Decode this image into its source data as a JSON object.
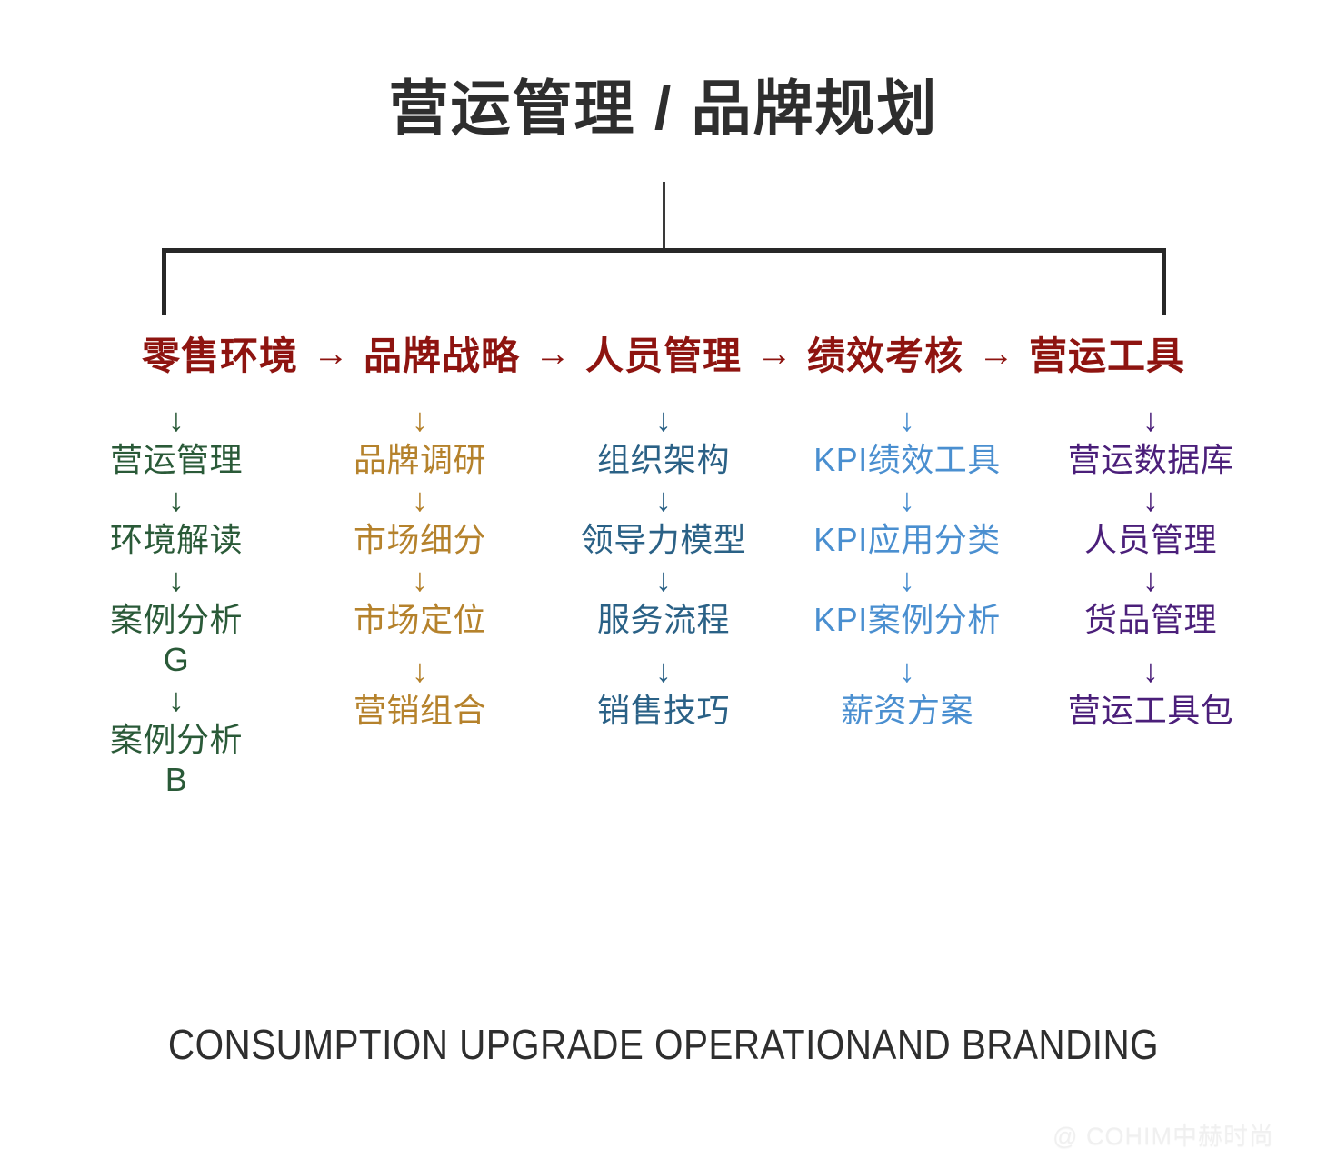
{
  "title": "营运管理 / 品牌规划",
  "header": {
    "arrow_glyph": "→",
    "items": [
      {
        "label": "零售环境"
      },
      {
        "label": "品牌战略"
      },
      {
        "label": "人员管理"
      },
      {
        "label": "绩效考核"
      },
      {
        "label": "营运工具"
      }
    ]
  },
  "arrow_down_glyph": "↓",
  "columns": [
    {
      "name": "零售环境",
      "color": "#2a5a38",
      "nodes": [
        "营运管理",
        "环境解读",
        "案例分析\nG",
        "案例分析\nB"
      ]
    },
    {
      "name": "品牌战略",
      "color": "#b5822c",
      "nodes": [
        "品牌调研",
        "市场细分",
        "市场定位",
        "营销组合"
      ]
    },
    {
      "name": "人员管理",
      "color": "#2a6186",
      "nodes": [
        "组织架构",
        "领导力模型",
        "服务流程",
        "销售技巧"
      ]
    },
    {
      "name": "绩效考核",
      "color": "#4a8fd0",
      "nodes": [
        "KPI绩效工具",
        "KPI应用分类",
        "KPI案例分析",
        "薪资方案"
      ]
    },
    {
      "name": "营运工具",
      "color": "#4b1f7a",
      "nodes": [
        "营运数据库",
        "人员管理",
        "货品管理",
        "营运工具包"
      ]
    }
  ],
  "footer_en": "CONSUMPTION UPGRADE OPERATIONAND BRANDING",
  "watermark": "@ COHIM中赫时尚",
  "colors": {
    "header_red": "#8e1410",
    "title_gray": "#2e2e2e",
    "bracket": "#282828",
    "background": "#ffffff"
  }
}
